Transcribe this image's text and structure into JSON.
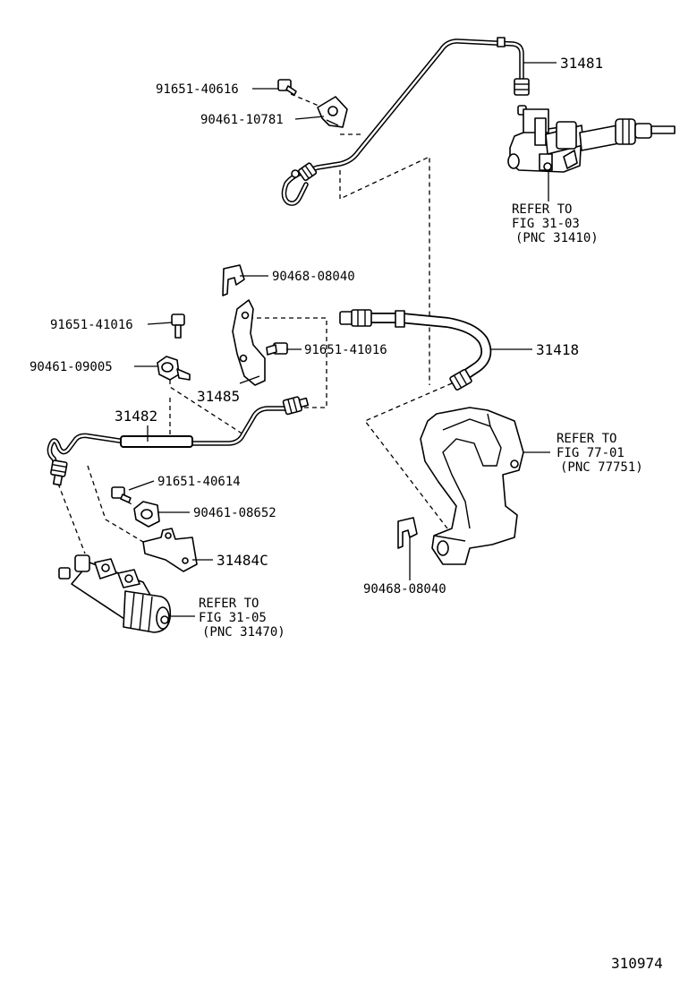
{
  "diagram_id": "310974",
  "labels": {
    "p31481": "31481",
    "p91651_40616": "91651-40616",
    "p90461_10781": "90461-10781",
    "ref_master_line1": "REFER TO",
    "ref_master_line2": "FIG 31-03",
    "ref_master_line3": "(PNC 31410)",
    "p90468_08040_top": "90468-08040",
    "p91651_41016_left": "91651-41016",
    "p91651_41016_mid": "91651-41016",
    "p31418": "31418",
    "p90461_09005": "90461-09005",
    "p31485": "31485",
    "p31482": "31482",
    "ref_bracket_line1": "REFER TO",
    "ref_bracket_line2": "FIG 77-01",
    "ref_bracket_line3": "(PNC 77751)",
    "p91651_40614": "91651-40614",
    "p90461_08652": "90461-08652",
    "p31484C": "31484C",
    "p90468_08040_bottom": "90468-08040",
    "ref_slave_line1": "REFER TO",
    "ref_slave_line2": "FIG 31-05",
    "ref_slave_line3": "(PNC 31470)"
  }
}
